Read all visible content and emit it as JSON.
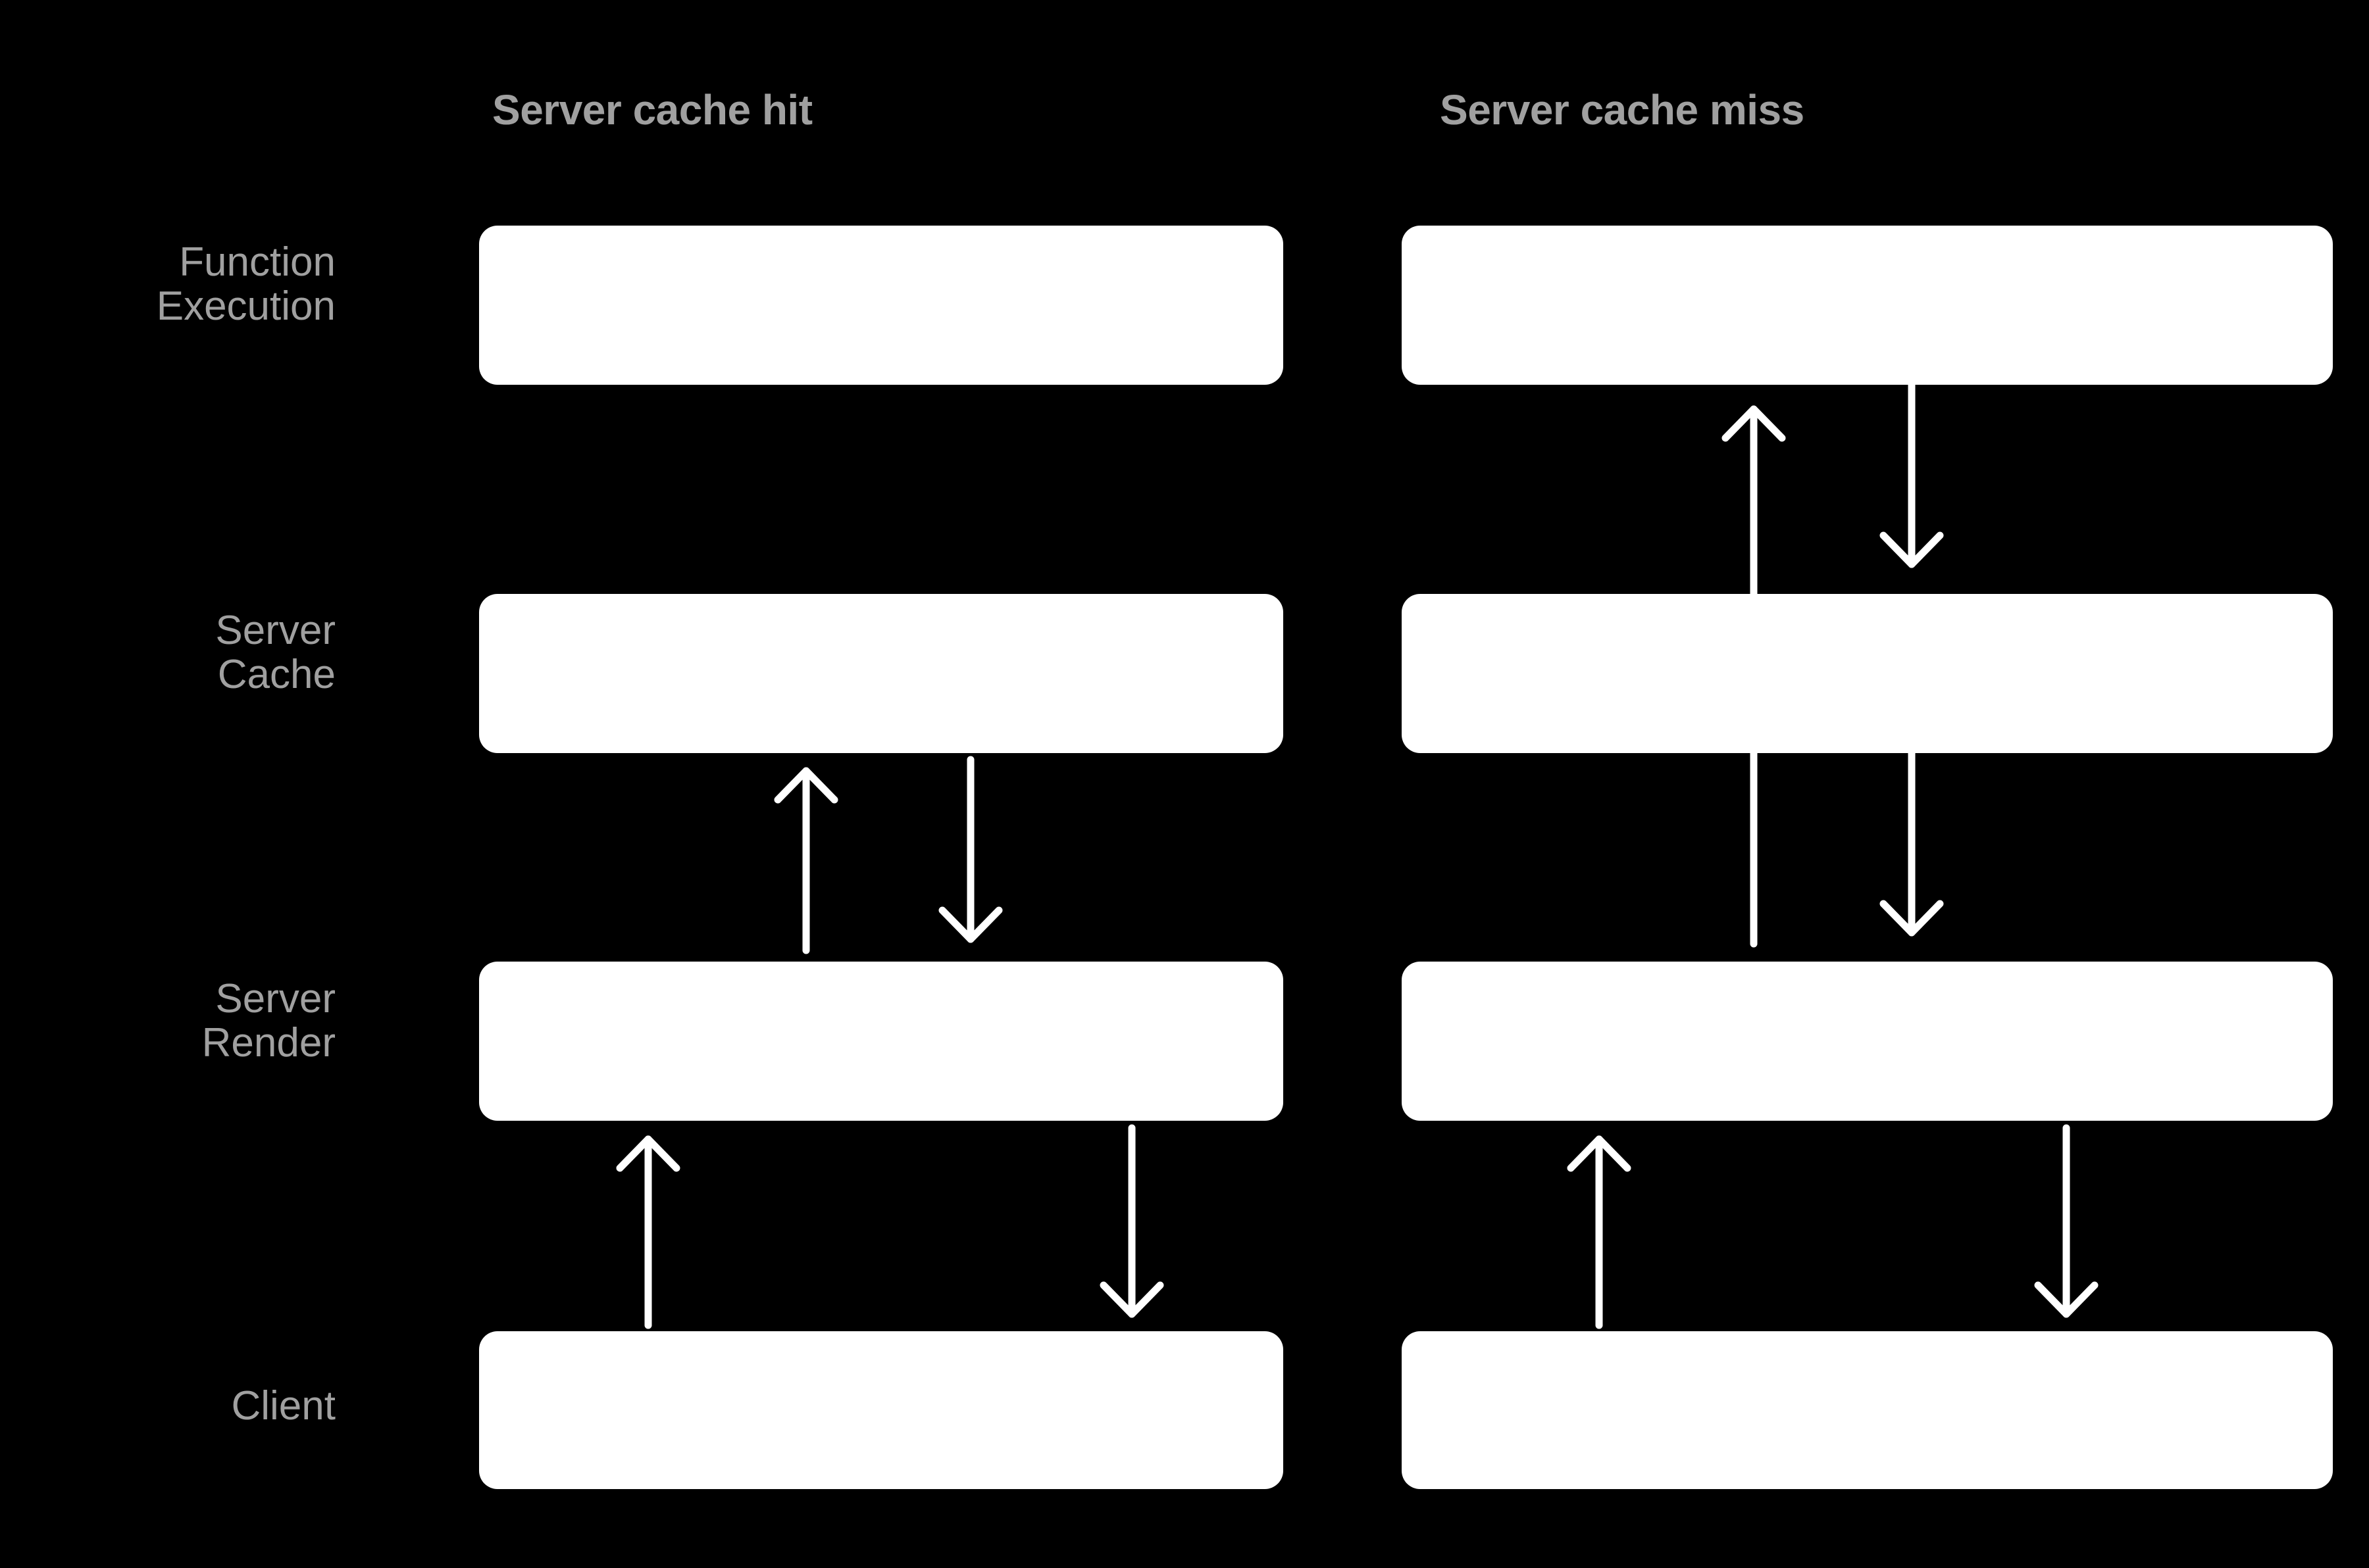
{
  "background_color": "#000000",
  "node_color": "#ffffff",
  "label_color": "#a0a0a0",
  "arrow_color": "#ffffff",
  "columns": [
    {
      "id": "server-cache-hit",
      "header": "Server cache hit"
    },
    {
      "id": "server-cache-miss",
      "header": "Server cache miss"
    }
  ],
  "rows": [
    {
      "id": "function-execution",
      "label": "Function\nExecution"
    },
    {
      "id": "server-cache",
      "label": "Server\nCache"
    },
    {
      "id": "server-render",
      "label": "Server\nRender"
    },
    {
      "id": "client",
      "label": "Client"
    }
  ],
  "nodes": [
    {
      "column": "server-cache-hit",
      "row": "function-execution",
      "label": ""
    },
    {
      "column": "server-cache-hit",
      "row": "server-cache",
      "label": ""
    },
    {
      "column": "server-cache-hit",
      "row": "server-render",
      "label": ""
    },
    {
      "column": "server-cache-hit",
      "row": "client",
      "label": ""
    },
    {
      "column": "server-cache-miss",
      "row": "function-execution",
      "label": ""
    },
    {
      "column": "server-cache-miss",
      "row": "server-cache",
      "label": ""
    },
    {
      "column": "server-cache-miss",
      "row": "server-render",
      "label": ""
    },
    {
      "column": "server-cache-miss",
      "row": "client",
      "label": ""
    }
  ],
  "arrows": [
    {
      "id": "hit-render-to-cache",
      "column": "server-cache-hit",
      "direction": "up",
      "from": "server-render",
      "to": "server-cache"
    },
    {
      "id": "hit-cache-to-render",
      "column": "server-cache-hit",
      "direction": "down",
      "from": "server-cache",
      "to": "server-render"
    },
    {
      "id": "hit-client-to-render",
      "column": "server-cache-hit",
      "direction": "up",
      "from": "client",
      "to": "server-render"
    },
    {
      "id": "hit-render-to-client",
      "column": "server-cache-hit",
      "direction": "down",
      "from": "server-render",
      "to": "client"
    },
    {
      "id": "miss-render-to-function",
      "column": "server-cache-miss",
      "direction": "up",
      "from": "server-render",
      "to": "function-execution"
    },
    {
      "id": "miss-function-to-cache",
      "column": "server-cache-miss",
      "direction": "down",
      "from": "function-execution",
      "to": "server-cache"
    },
    {
      "id": "miss-cache-to-render",
      "column": "server-cache-miss",
      "direction": "down",
      "from": "server-cache",
      "to": "server-render"
    },
    {
      "id": "miss-client-to-render",
      "column": "server-cache-miss",
      "direction": "up",
      "from": "client",
      "to": "server-render"
    },
    {
      "id": "miss-render-to-client",
      "column": "server-cache-miss",
      "direction": "down",
      "from": "server-render",
      "to": "client"
    }
  ]
}
